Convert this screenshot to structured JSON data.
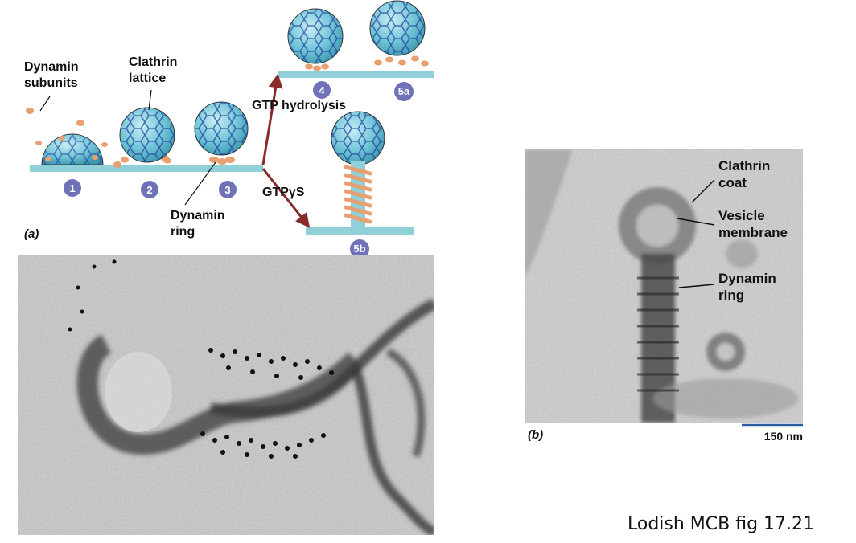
{
  "panel_a": {
    "panel_label": "(a)",
    "labels": {
      "dynamin_subunits_1": "Dynamin",
      "dynamin_subunits_2": "subunits",
      "clathrin_lattice_1": "Clathrin",
      "clathrin_lattice_2": "lattice",
      "gtp_hydrolysis": "GTP hydrolysis",
      "gtp_gamma_s": "GTPγS",
      "dynamin_ring_1": "Dynamin",
      "dynamin_ring_2": "ring"
    },
    "steps": [
      "1",
      "2",
      "3",
      "4",
      "5a",
      "5b"
    ]
  },
  "panel_b": {
    "panel_label": "(b)",
    "labels": {
      "clathrin_coat_1": "Clathrin",
      "clathrin_coat_2": "coat",
      "vesicle_membrane_1": "Vesicle",
      "vesicle_membrane_2": "membrane",
      "dynamin_ring_1": "Dynamin",
      "dynamin_ring_2": "ring"
    },
    "scale_bar": "150 nm"
  },
  "caption": "Lodish MCB fig 17.21",
  "colors": {
    "membrane": "#8fd0d9",
    "vesicle": "#6ec3d6",
    "dynamin": "#e8a070",
    "arrow": "#8b2a2a",
    "step_badge": "#6f72b8"
  }
}
